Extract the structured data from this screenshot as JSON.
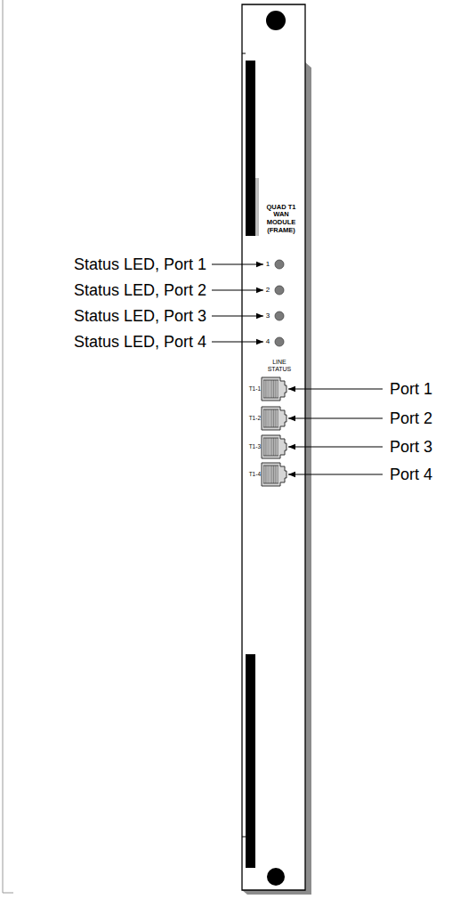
{
  "diagram": {
    "labels": [
      "QUAD T1 WAN MODULE (FRAME)",
      "Status LED, Port 1",
      "1",
      "Status LED, Port 2",
      "2",
      "Status LED, Port 3",
      "3",
      "Status LED, Port 4",
      "4",
      "LINE STATUS",
      "T1-1",
      "Port 1",
      "T1-2",
      "Port 2",
      "T1-3",
      "Port 3",
      "T1-4",
      "Port 4"
    ]
  }
}
